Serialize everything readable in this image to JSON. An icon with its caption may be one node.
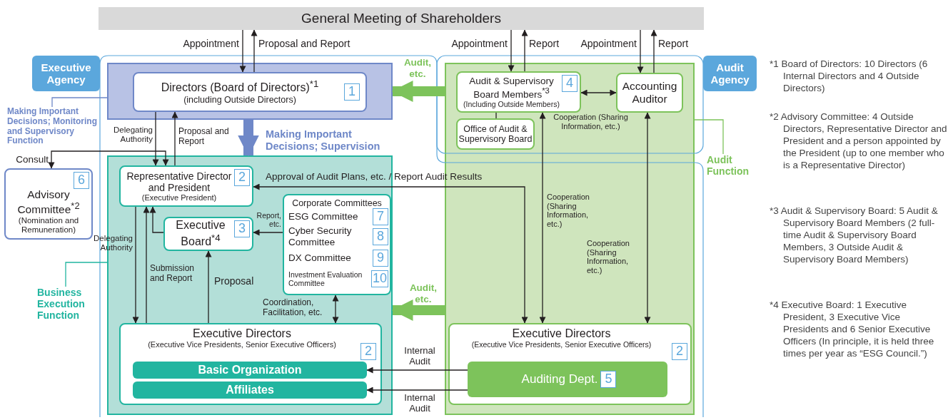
{
  "diagram": {
    "nodes": [
      {
        "text": [
          "General Meeting of Shareholders"
        ]
      },
      {
        "text": [
          "Executive Agency"
        ]
      },
      {
        "text": [
          "Audit Agency"
        ]
      },
      {
        "text": [],
        "shape": "box"
      },
      {
        "text": [
          "Directors (Board of Directors)$^{*1}$",
          "(including Outside Directors)",
          "1"
        ],
        "in": 3
      },
      {
        "text": [],
        "shape": "box"
      },
      {
        "text": [
          "Representative Director and President",
          "(Executive President)",
          "2"
        ],
        "in": 5
      },
      {
        "text": [
          "Executive Board$^{*4}$",
          "3"
        ],
        "in": 5
      },
      {
        "text": [
          "Corporate Committees"
        ],
        "in": 5
      },
      {
        "text": [
          "ESG Committee",
          "7"
        ],
        "in": 8
      },
      {
        "text": [
          "Cyber Security Committee",
          "8"
        ],
        "in": 8
      },
      {
        "text": [
          "DX Committee",
          "9"
        ],
        "in": 8
      },
      {
        "text": [
          "Investment Evaluation Committee",
          "10"
        ],
        "in": 8
      },
      {
        "text": [
          "Executive Directors",
          "(Executive Vice Presidents, Senior Executive Officers)",
          "2"
        ],
        "in": 5
      },
      {
        "text": [
          "Basic Organization"
        ],
        "in": 13
      },
      {
        "text": [
          "Affiliates"
        ],
        "in": 13
      },
      {
        "text": [
          "Advisory Committee$^{*2}$",
          "(Nomination and Remuneration)",
          "6"
        ]
      },
      {
        "text": [],
        "shape": "box"
      },
      {
        "text": [
          "Audit & Supervisory Board Members$^{*3}$",
          "(Including Outside Members)",
          "4"
        ],
        "in": 17
      },
      {
        "text": [
          "Office of Audit & Supervisory Board"
        ],
        "in": 17
      },
      {
        "text": [
          "Accounting Auditor"
        ],
        "in": 17
      },
      {
        "text": [
          "Executive Directors",
          "(Executive Vice Presidents, Senior Executive Officers)",
          "2"
        ],
        "in": 17
      },
      {
        "text": [
          "Auditing Dept.",
          "5"
        ],
        "in": 21
      },
      {
        "text": [
          "Making Important Decisions; Monitoring and Supervisory Function"
        ]
      },
      {
        "text": [
          "Business Execution Function"
        ]
      },
      {
        "text": [
          "Audit Function"
        ]
      }
    ],
    "edges": [
      {
        "from": 0,
        "to": 4,
        "arrow": "to",
        "label": "Appointment"
      },
      {
        "from": 4,
        "to": 0,
        "arrow": "to",
        "label": "Proposal and Report"
      },
      {
        "from": 0,
        "to": 18,
        "arrow": "to",
        "label": "Appointment"
      },
      {
        "from": 18,
        "to": 0,
        "arrow": "to",
        "label": "Report"
      },
      {
        "from": 0,
        "to": 20,
        "arrow": "to",
        "label": "Appointment"
      },
      {
        "from": 20,
        "to": 0,
        "arrow": "to",
        "label": "Report"
      },
      {
        "from": 18,
        "to": 20,
        "arrow": "both",
        "label": "Cooperation (Sharing Information, etc.)"
      },
      {
        "from": 17,
        "to": 3,
        "arrow": "to",
        "label": "Audit, etc.",
        "style": "thick",
        "color": "#7dc35b"
      },
      {
        "from": 3,
        "to": 5,
        "arrow": "to",
        "label": "Making Important Decisions; Supervision",
        "style": "thick",
        "color": "#6f88c8"
      },
      {
        "from": 4,
        "to": 6,
        "arrow": "to",
        "label": "Delegating Authority"
      },
      {
        "from": 6,
        "to": 4,
        "arrow": "to",
        "label": "Proposal and Report"
      },
      {
        "from": 16,
        "to": 6,
        "arrow": "both",
        "label": "Consult"
      },
      {
        "from": 6,
        "to": 21,
        "arrow": "both",
        "label": "Approval of Audit Plans, etc. / Report Audit Results"
      },
      {
        "from": 18,
        "to": 21,
        "arrow": "both",
        "label": "Cooperation (Sharing Information, etc.)"
      },
      {
        "from": 20,
        "to": 21,
        "arrow": "both",
        "label": "Cooperation (Sharing Information, etc.)"
      },
      {
        "from": 6,
        "to": 13,
        "arrow": "to",
        "label": "Delegating Authority"
      },
      {
        "from": 13,
        "to": 6,
        "arrow": "to",
        "label": "Submission and Report"
      },
      {
        "from": 7,
        "to": 6,
        "arrow": "to"
      },
      {
        "from": 13,
        "to": 7,
        "arrow": "to",
        "label": "Proposal"
      },
      {
        "from": 8,
        "to": 7,
        "arrow": "to",
        "label": "Report, etc."
      },
      {
        "from": 8,
        "to": 13,
        "arrow": "both",
        "label": "Coordination, Facilitation, etc."
      },
      {
        "from": 17,
        "to": 5,
        "arrow": "to",
        "label": "Audit, etc.",
        "style": "thick",
        "color": "#7dc35b"
      },
      {
        "from": 22,
        "to": 14,
        "arrow": "to",
        "label": "Internal Audit"
      },
      {
        "from": 22,
        "to": 15,
        "arrow": "to",
        "label": "Internal Audit"
      },
      {
        "from": 18,
        "to": 19,
        "arrow": "none"
      },
      {
        "from": 23,
        "to": 3,
        "arrow": "none",
        "color": "#6f88c8"
      },
      {
        "from": 24,
        "to": 5,
        "arrow": "none",
        "color": "#22b5a0"
      },
      {
        "from": 25,
        "to": 17,
        "arrow": "none",
        "color": "#7dc35b"
      }
    ],
    "labels": [
      "*1 Board of Directors: 10 Directors (6 Internal Directors and 4 Outside Directors)",
      "*2 Advisory Committee: 4 Outside Directors, Representative Director and President and a person appointed by the President (up to one member who is a Representative Director)",
      "*3 Audit & Supervisory Board: 5 Audit & Supervisory Board Members (2 full-time Audit & Supervisory Board Members, 3 Outside Audit & Supervisory Board Members)",
      "*4 Executive Board: 1 Executive President, 3 Executive Vice Presidents and 6 Senior Executive Officers (In principle, it is held three times per year as “ESG Council.”)"
    ]
  }
}
